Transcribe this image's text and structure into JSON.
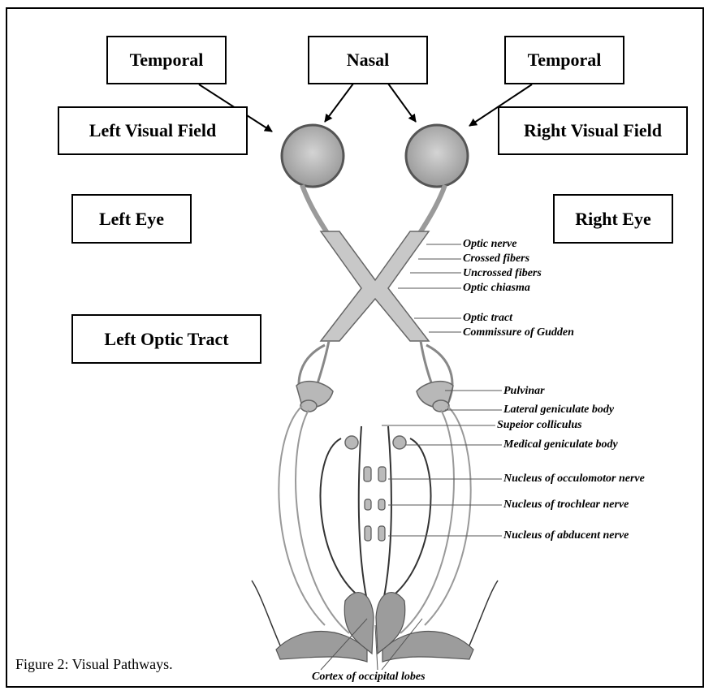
{
  "boxes": {
    "temporal_left": "Temporal",
    "nasal": "Nasal",
    "temporal_right": "Temporal",
    "left_visual_field": "Left Visual Field",
    "right_visual_field": "Right Visual Field",
    "left_eye": "Left Eye",
    "right_eye": "Right Eye",
    "left_optic_tract": "Left Optic Tract"
  },
  "labels": {
    "optic_nerve": "Optic nerve",
    "crossed_fibers": "Crossed fibers",
    "uncrossed_fibers": "Uncrossed fibers",
    "optic_chiasma": "Optic chiasma",
    "optic_tract": "Optic tract",
    "commissure": "Commissure of Gudden",
    "pulvinar": "Pulvinar",
    "lateral_geniculate": "Lateral geniculate body",
    "superior_colliculus": "Supeior colliculus",
    "medical_geniculate": "Medical geniculate body",
    "nucleus_occulomotor": "Nucleus of occulomotor nerve",
    "nucleus_trochlear": "Nucleus of trochlear nerve",
    "nucleus_abducent": "Nucleus of abducent nerve",
    "cortex": "Cortex of occipital lobes"
  },
  "caption": "Figure 2: Visual Pathways.",
  "colors": {
    "ink": "#000000",
    "tissue": "#c8c8c8",
    "tissue_dark": "#8a8a8a"
  }
}
